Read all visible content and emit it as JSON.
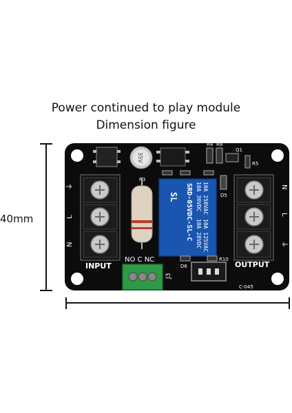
{
  "title": {
    "line1": "Power continued to play module",
    "line2": "Dimension figure"
  },
  "dimension": {
    "height_label": "40mm"
  },
  "board": {
    "input_label": "INPUT",
    "output_label": "OUTPUT",
    "terminal_left_labels": [
      "⏚",
      "L",
      "N"
    ],
    "terminal_right_labels": [
      "N",
      "L",
      "⏚"
    ],
    "relay_header": "NO C NC",
    "relay_lines": [
      "10A 250VAC",
      "10A 125VAC",
      "10A 30VDC",
      "10A 28VDC",
      "SRD-05VDC-SL-C"
    ],
    "relay_logo": "SL",
    "capacitor_text": "35V",
    "component_labels": {
      "r4": "R4",
      "r8": "R8",
      "q1": "Q1",
      "r5": "R5",
      "r3": "R3",
      "d5": "D5",
      "d6": "D6",
      "r10": "R10",
      "j3": "J3",
      "code": "C-045"
    }
  },
  "colors": {
    "pcb": "#0c0c0c",
    "relay": "#1a56b0",
    "terminal": "#2e9a48",
    "text": "#ffffff"
  }
}
